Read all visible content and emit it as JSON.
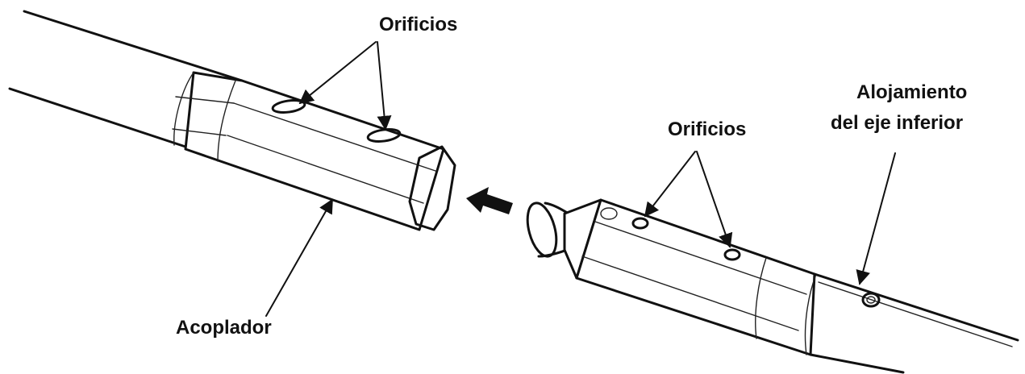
{
  "labels": {
    "holes_left": "Orificios",
    "holes_right": "Orificios",
    "coupler": "Acoplador",
    "lower_shaft_housing_line1": "Alojamiento",
    "lower_shaft_housing_line2": "del eje inferior"
  },
  "colors": {
    "ink": "#111111",
    "background": "#ffffff"
  }
}
